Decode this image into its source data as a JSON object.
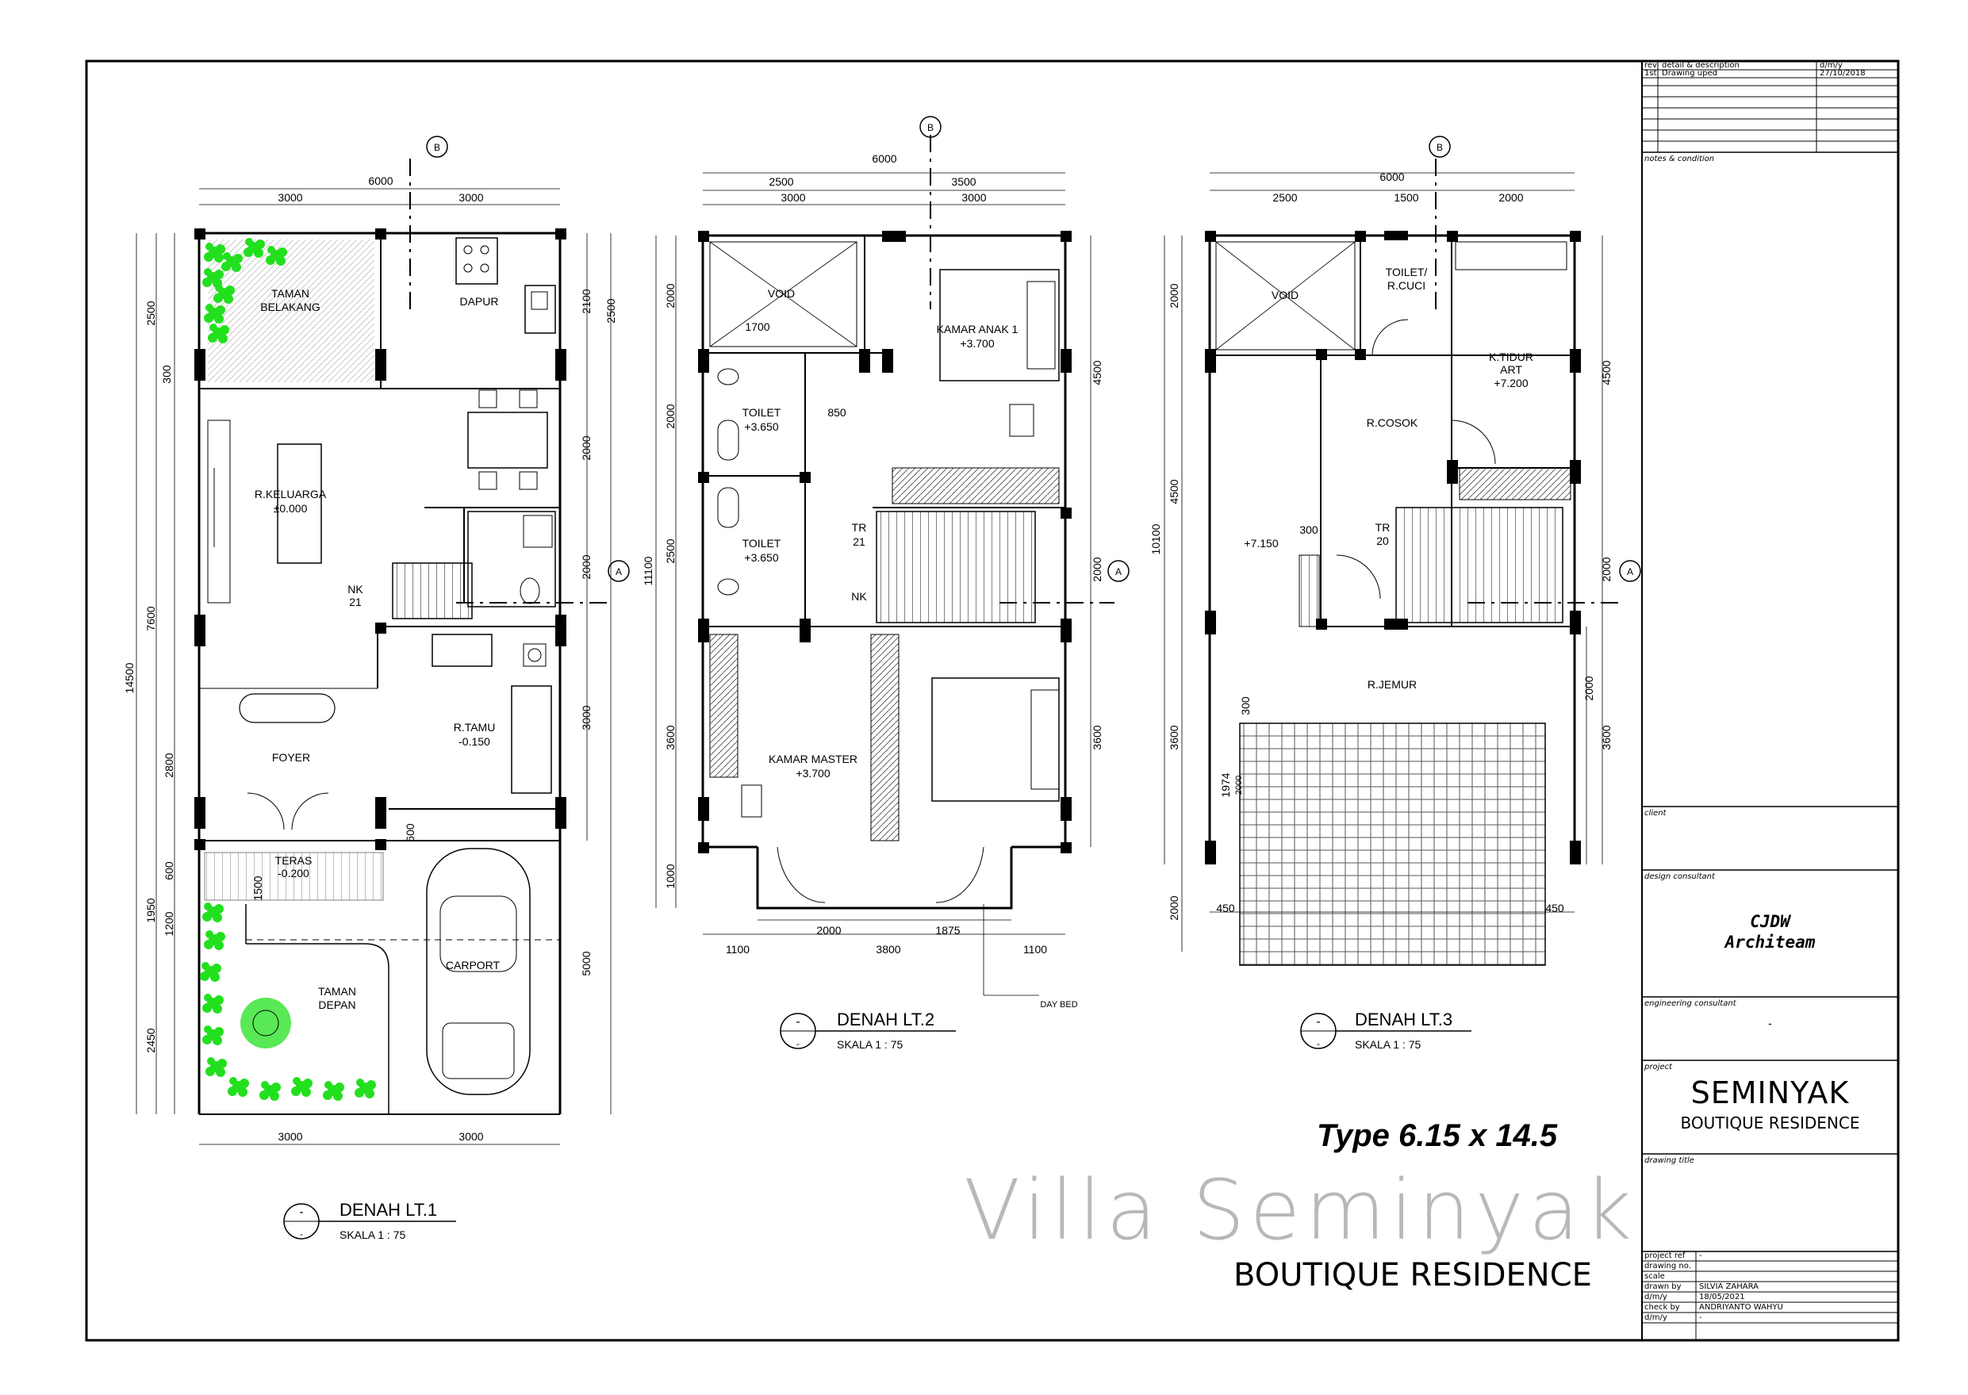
{
  "colors": {
    "line": "#000000",
    "plant": "#22e01e",
    "hatch": "#555555",
    "watermark": "#b8b8b8"
  },
  "revision_table": {
    "headers": [
      "rev",
      "detail & description",
      "d/m/y"
    ],
    "rows": [
      [
        "1st",
        "Drawing uped",
        "27/10/2018"
      ]
    ]
  },
  "title_block": {
    "notes_label": "notes & condition",
    "client_label": "client",
    "design_consultant_label": "design consultant",
    "design_consultant_line1": "CJDW",
    "design_consultant_line2": "Architeam",
    "engineering_consultant_label": "engineering consultant",
    "engineering_consultant_value": "-",
    "project_label": "project",
    "project_name": "SEMINYAK",
    "project_subtitle": "BOUTIQUE RESIDENCE",
    "drawing_title_label": "drawing title",
    "info": [
      {
        "label": "project ref",
        "value": "-"
      },
      {
        "label": "drawing no.",
        "value": ""
      },
      {
        "label": "scale",
        "value": ""
      },
      {
        "label": "drawn by",
        "value": "SILVIA ZAHARA"
      },
      {
        "label": "d/m/y",
        "value": "18/05/2021"
      },
      {
        "label": "check by",
        "value": "ANDRIYANTO WAHYU"
      },
      {
        "label": "d/m/y",
        "value": "-"
      }
    ]
  },
  "sheet_titles": {
    "type": "Type 6.15 x 14.5",
    "villa": "Villa  Seminyak",
    "boutique": "BOUTIQUE RESIDENCE"
  },
  "plans": {
    "lt1": {
      "title": "DENAH LT.1",
      "scale": "SKALA 1 : 75",
      "marker": "-",
      "rooms": [
        "TAMAN",
        "BELAKANG",
        "DAPUR",
        "R.KELUARGA",
        "±0.000",
        "NK",
        "21",
        "FOYER",
        "R.TAMU",
        "-0.150",
        "TERAS",
        "-0.200",
        "CARPORT",
        "TAMAN",
        "DEPAN"
      ],
      "dims": [
        "6000",
        "3000",
        "3000",
        "2500",
        "300",
        "7600",
        "14500",
        "2800",
        "600",
        "1950",
        "1200",
        "2450",
        "2100",
        "2500",
        "2000",
        "2000",
        "3000",
        "5000",
        "600",
        "1500",
        "3000",
        "3000"
      ]
    },
    "lt2": {
      "title": "DENAH LT.2",
      "scale": "SKALA 1 : 75",
      "marker": "-",
      "rooms": [
        "VOID",
        "KAMAR ANAK 1",
        "+3.700",
        "TOILET",
        "+3.650",
        "TOILET",
        "+3.650",
        "TR",
        "21",
        "NK",
        "KAMAR MASTER",
        "+3.700",
        "DAY BED"
      ],
      "dims": [
        "6000",
        "2500",
        "3500",
        "3000",
        "3000",
        "1700",
        "850",
        "2000",
        "2000",
        "2500",
        "11100",
        "3600",
        "1000",
        "4500",
        "2000",
        "3600",
        "1100",
        "2000",
        "1875",
        "1100",
        "3800"
      ]
    },
    "lt3": {
      "title": "DENAH LT.3",
      "scale": "SKALA 1 : 75",
      "marker": "-",
      "rooms": [
        "VOID",
        "TOILET/",
        "R.CUCI",
        "K.TIDUR",
        "ART",
        "+7.200",
        "R.COSOK",
        "+7.150",
        "TR",
        "20",
        "R.JEMUR"
      ],
      "dims": [
        "6000",
        "2500",
        "1500",
        "2000",
        "2000",
        "4500",
        "10100",
        "3600",
        "2000",
        "300",
        "4500",
        "2000",
        "2000",
        "3600",
        "300",
        "1974",
        "2000",
        "450",
        "450"
      ]
    },
    "section_labels": {
      "b": "B",
      "a": "A"
    }
  }
}
